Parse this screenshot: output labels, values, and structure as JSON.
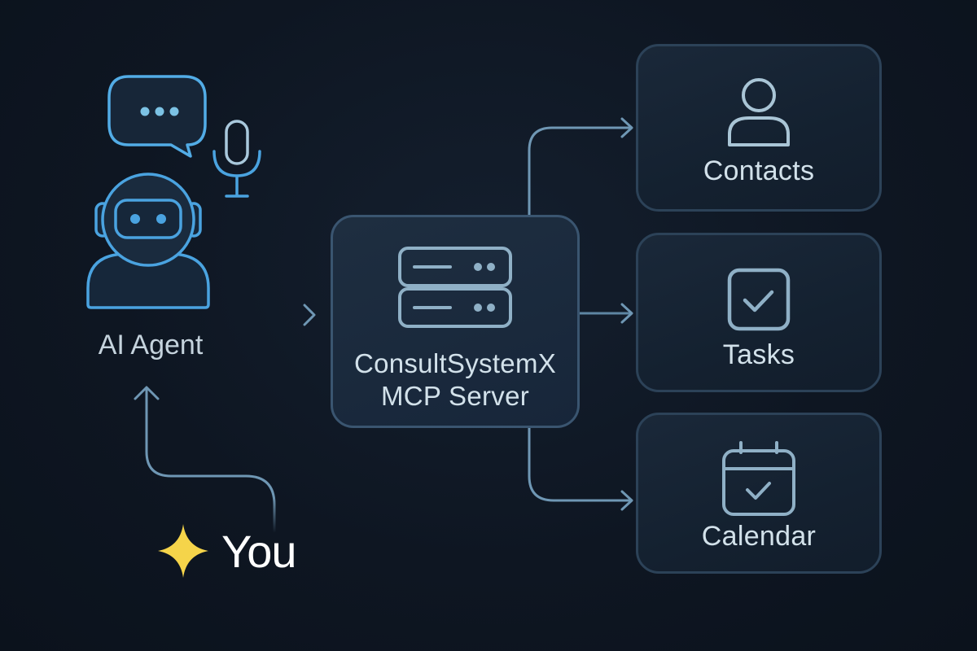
{
  "diagram": {
    "agent": {
      "label": "AI Agent",
      "icons": [
        "chat-bubble-icon",
        "microphone-icon",
        "robot-avatar-icon"
      ]
    },
    "user": {
      "label": "You",
      "icon": "sparkle-icon"
    },
    "server": {
      "label_line1": "ConsultSystemX",
      "label_line2": "MCP Server",
      "icon": "server-rack-icon"
    },
    "resources": [
      {
        "label": "Contacts",
        "icon": "person-icon"
      },
      {
        "label": "Tasks",
        "icon": "checkbox-icon"
      },
      {
        "label": "Calendar",
        "icon": "calendar-check-icon"
      }
    ],
    "connections": [
      {
        "from": "You",
        "to": "AI Agent"
      },
      {
        "from": "AI Agent",
        "to": "MCP Server"
      },
      {
        "from": "MCP Server",
        "to": "Contacts"
      },
      {
        "from": "MCP Server",
        "to": "Tasks"
      },
      {
        "from": "MCP Server",
        "to": "Calendar"
      }
    ],
    "colors": {
      "background": "#0e1622",
      "agent_accent": "#4aa3e0",
      "connector": "#6f97b4",
      "icon_stroke": "#8fb0c6",
      "box_border": "#2c4258",
      "sparkle": "#f5d44a",
      "text": "#d2e1ea"
    }
  }
}
